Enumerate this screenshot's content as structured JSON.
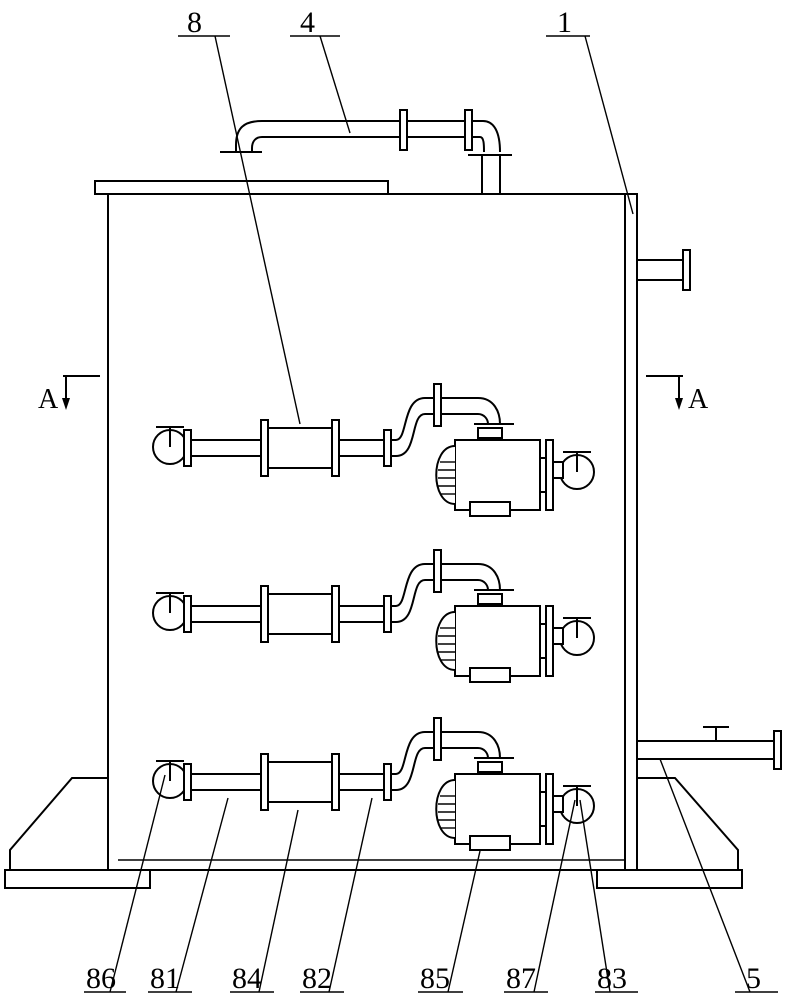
{
  "labels": {
    "tank": "1",
    "top_pipe": "4",
    "side_pipe": "5",
    "pump_assembly": "8",
    "pipe_81": "81",
    "pipe_82": "82",
    "valve_83": "83",
    "filter_84": "84",
    "pump_85": "85",
    "valve_86": "86",
    "valve_87": "87"
  },
  "section_mark": "A"
}
